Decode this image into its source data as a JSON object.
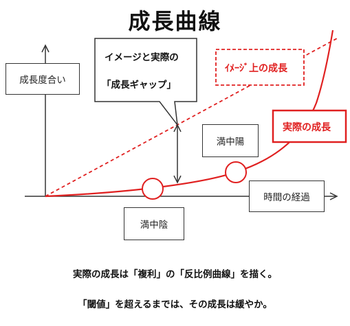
{
  "title": "成長曲線",
  "labels": {
    "y_axis": "成長度合い",
    "x_axis": "時間の経過",
    "gap_line1": "イメージと実際の",
    "gap_line2": "「成長ギャップ」",
    "image_growth": "ｲﾒｰｼﾞ上の成長",
    "actual_growth": "実際の成長",
    "full_yang": "満中陽",
    "full_yin": "満中陰"
  },
  "captions": {
    "line1": "実際の成長は「複利」の「反比例曲線」を描く。",
    "line2": "「閾値」を超えるまでは、その成長は緩やか。"
  },
  "colors": {
    "red": "#e02020",
    "axis": "#333333"
  }
}
